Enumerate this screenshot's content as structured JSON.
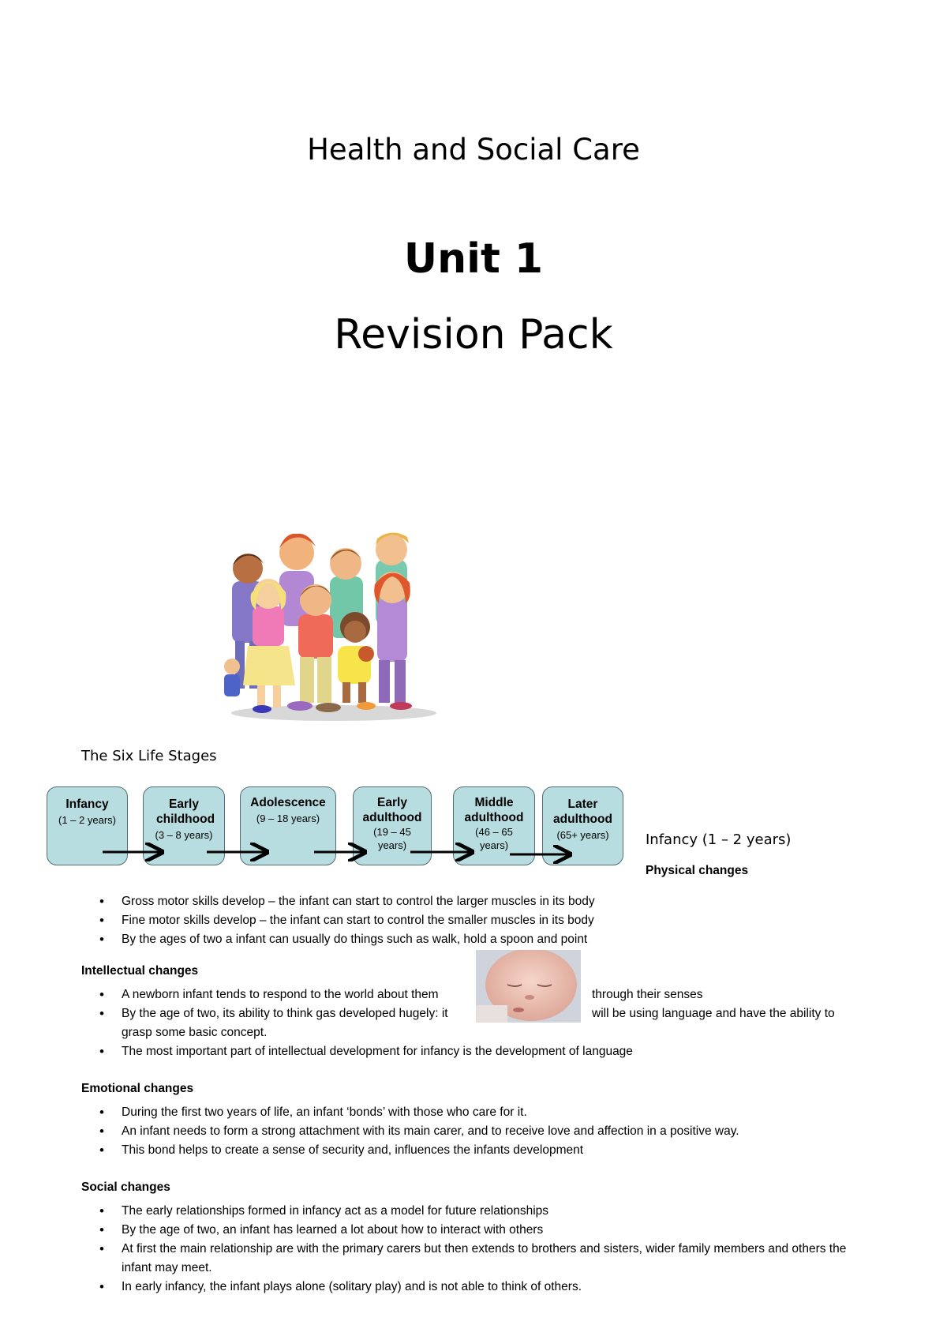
{
  "header": {
    "subject": "Health and Social Care",
    "unit": "Unit 1",
    "subtitle": "Revision Pack"
  },
  "illustration": {
    "name": "family-group-cartoon"
  },
  "life_stages": {
    "heading": "The Six Life Stages",
    "stages": [
      {
        "name": "Infancy",
        "age": "(1 – 2 years)"
      },
      {
        "name": "Early childhood",
        "age": "(3 – 8 years)"
      },
      {
        "name": "Adolescence",
        "age": "(9 – 18 years)"
      },
      {
        "name": "Early adulthood",
        "age": "(19 – 45 years)"
      },
      {
        "name": "Middle adulthood",
        "age": "(46 – 65 years)"
      },
      {
        "name": "Later adulthood",
        "age": "(65+ years)"
      }
    ],
    "box_color": "#b7dde0"
  },
  "infancy": {
    "title": "Infancy (1 – 2 years)",
    "physical": {
      "heading": "Physical changes",
      "items": [
        "Gross motor skills develop – the infant can start to control the larger muscles in its body",
        "Fine motor skills develop – the infant can start to control the smaller muscles in its body",
        "By the ages of two a infant can usually do things such as walk, hold a spoon and point"
      ]
    },
    "intellectual": {
      "heading": "Intellectual changes",
      "item1_left": "A newborn infant tends to respond to the world about them",
      "item1_right": "through their senses",
      "item2_left": "By the age of two, its ability to think gas developed hugely: it",
      "item2_right": "will be using language and have the ability to",
      "item2_cont": "grasp some basic concept.",
      "item3": "The most important part of intellectual development for infancy is the development of language"
    },
    "emotional": {
      "heading": "Emotional changes",
      "items": [
        "During the first two years of life, an infant ‘bonds’ with those who care for it.",
        "An infant needs to form a strong attachment with its main carer, and to receive love and affection in a positive way.",
        "This bond helps to create a sense of security and, influences the infants development"
      ]
    },
    "social": {
      "heading": "Social changes",
      "items": [
        "The early relationships formed in infancy act as a model for future relationships",
        "By the age of two, an infant has learned a lot about how to interact with others",
        "At first the main relationship are with the primary carers but then extends to brothers and sisters, wider family members and others the infant may meet.",
        "In early infancy, the infant plays alone (solitary play) and is not able to think of others."
      ]
    }
  }
}
